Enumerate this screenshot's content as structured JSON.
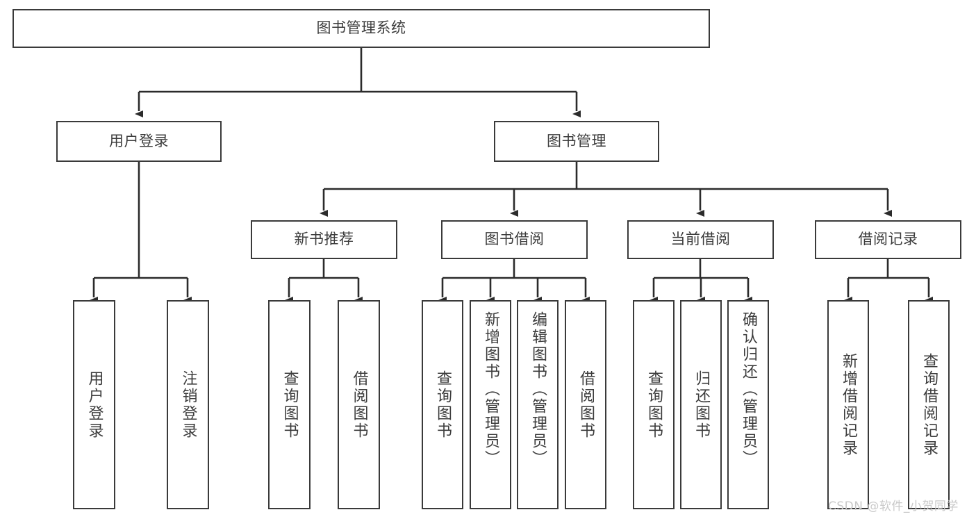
{
  "diagram": {
    "type": "tree-hierarchy",
    "title": "图书管理系统",
    "root": {
      "id": "root",
      "label": "图书管理系统",
      "orientation": "horizontal"
    },
    "level2": [
      {
        "id": "user-login",
        "label": "用户登录",
        "orientation": "horizontal"
      },
      {
        "id": "book-management",
        "label": "图书管理",
        "orientation": "horizontal"
      }
    ],
    "level3": [
      {
        "id": "new-book-recommend",
        "label": "新书推荐",
        "orientation": "horizontal",
        "parent": "book-management"
      },
      {
        "id": "book-borrow",
        "label": "图书借阅",
        "orientation": "horizontal",
        "parent": "book-management"
      },
      {
        "id": "current-borrow",
        "label": "当前借阅",
        "orientation": "horizontal",
        "parent": "book-management"
      },
      {
        "id": "borrow-record",
        "label": "借阅记录",
        "orientation": "horizontal",
        "parent": "book-management"
      }
    ],
    "leaves": [
      {
        "id": "leaf-user-login",
        "label": "用户登录",
        "orientation": "vertical",
        "parent": "user-login"
      },
      {
        "id": "leaf-logout",
        "label": "注销登录",
        "orientation": "vertical",
        "parent": "user-login"
      },
      {
        "id": "leaf-query-book-1",
        "label": "查询图书",
        "orientation": "vertical",
        "parent": "new-book-recommend"
      },
      {
        "id": "leaf-borrow-book-1",
        "label": "借阅图书",
        "orientation": "vertical",
        "parent": "new-book-recommend"
      },
      {
        "id": "leaf-query-book-2",
        "label": "查询图书",
        "orientation": "vertical",
        "parent": "book-borrow"
      },
      {
        "id": "leaf-add-book",
        "label": "新增图书（管理员）",
        "orientation": "vertical",
        "parent": "book-borrow"
      },
      {
        "id": "leaf-edit-book",
        "label": "编辑图书（管理员）",
        "orientation": "vertical",
        "parent": "book-borrow"
      },
      {
        "id": "leaf-borrow-book-2",
        "label": "借阅图书",
        "orientation": "vertical",
        "parent": "book-borrow"
      },
      {
        "id": "leaf-query-book-3",
        "label": "查询图书",
        "orientation": "vertical",
        "parent": "current-borrow"
      },
      {
        "id": "leaf-return-book",
        "label": "归还图书",
        "orientation": "vertical",
        "parent": "current-borrow"
      },
      {
        "id": "leaf-confirm-return",
        "label": "确认归还（管理员）",
        "orientation": "vertical",
        "parent": "current-borrow"
      },
      {
        "id": "leaf-add-record",
        "label": "新增借阅记录",
        "orientation": "vertical",
        "parent": "borrow-record"
      },
      {
        "id": "leaf-query-record",
        "label": "查询借阅记录",
        "orientation": "vertical",
        "parent": "borrow-record"
      }
    ],
    "watermark": "CSDN @软件_小贺同学",
    "colors": {
      "box_border": "#3a3a3a",
      "box_fill": "#ffffff",
      "text": "#3c3c3c",
      "connector": "#2b2b2b",
      "watermark": "#c9c9c9",
      "background": "#ffffff"
    }
  }
}
